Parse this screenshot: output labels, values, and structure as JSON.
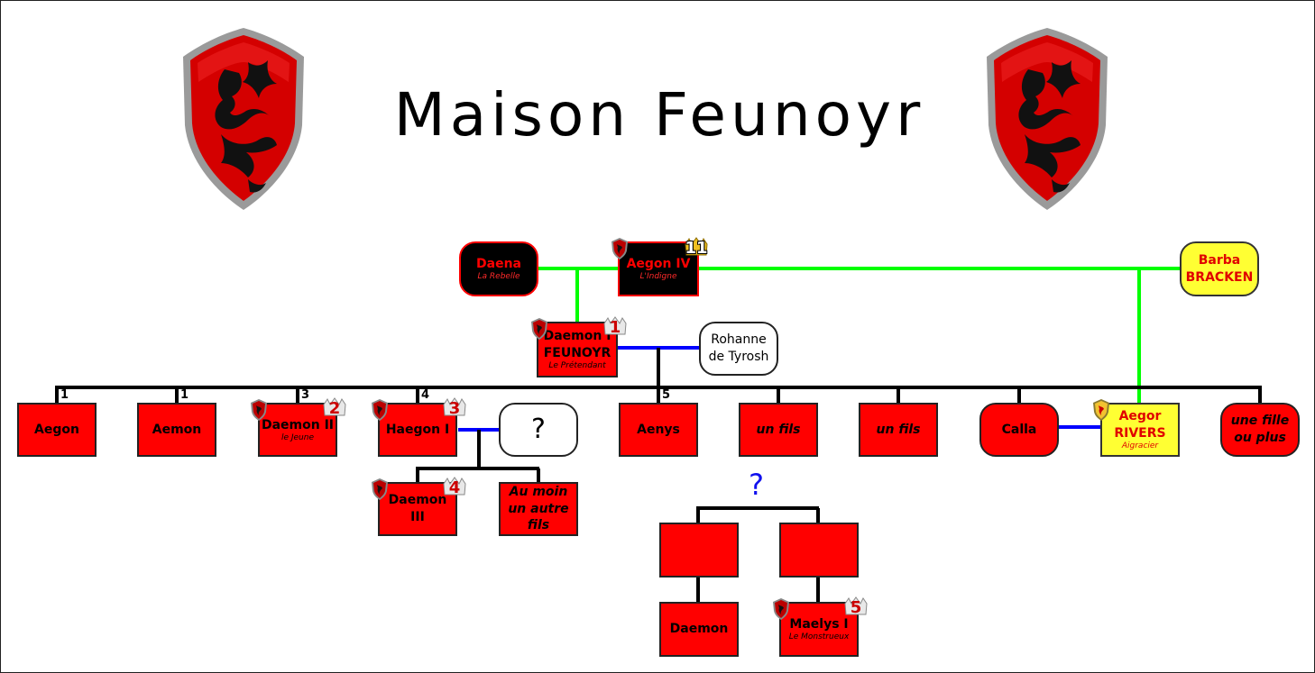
{
  "title": "Maison Feunoyr",
  "colors": {
    "main_line": "#000000",
    "marriage": "#0000ff",
    "bastard_link": "#00ff00",
    "node_red": "#ff0000",
    "node_yellow": "#ffff33"
  },
  "icons": {
    "house_shield": "dragon-sigil-shield-icon",
    "crown": "crown-icon",
    "rivers_sigil": "rivers-sigil-icon"
  },
  "nodes": {
    "daena": {
      "name": "Daena",
      "epithet": "La Rebelle"
    },
    "aegon_iv": {
      "name": "Aegon IV",
      "epithet": "L'Indigne",
      "crown_number": "11"
    },
    "barba": {
      "line1": "Barba",
      "line2": "BRACKEN"
    },
    "daemon_i": {
      "name": "Daemon I",
      "surname": "FEUNOYR",
      "epithet": "Le Prétendant",
      "crown_number": "1"
    },
    "rohanne": {
      "line1": "Rohanne",
      "line2": "de Tyrosh"
    },
    "aegon": {
      "name": "Aegon",
      "order": "1"
    },
    "aemon": {
      "name": "Aemon",
      "order": "1"
    },
    "daemon_ii": {
      "name": "Daemon II",
      "epithet": "le Jeune",
      "order": "3",
      "crown_number": "2"
    },
    "haegon_i": {
      "name": "Haegon I",
      "order": "4",
      "crown_number": "3"
    },
    "haegon_spouse": {
      "name": "?"
    },
    "aenys": {
      "name": "Aenys",
      "order": "5"
    },
    "un_fils_1": {
      "name": "un fils"
    },
    "un_fils_2": {
      "name": "un fils"
    },
    "calla": {
      "name": "Calla"
    },
    "aegor": {
      "name": "Aegor",
      "surname": "RIVERS",
      "epithet": "Aigracier"
    },
    "une_fille": {
      "name": "une fille ou plus"
    },
    "daemon_iii": {
      "name": "Daemon III",
      "crown_number": "4"
    },
    "autre_fils": {
      "name": "Au moin un autre fils"
    },
    "unknown_link": "?",
    "daemon": {
      "name": "Daemon"
    },
    "maelys_i": {
      "name": "Maelys I",
      "epithet": "Le Monstrueux",
      "crown_number": "5"
    }
  }
}
